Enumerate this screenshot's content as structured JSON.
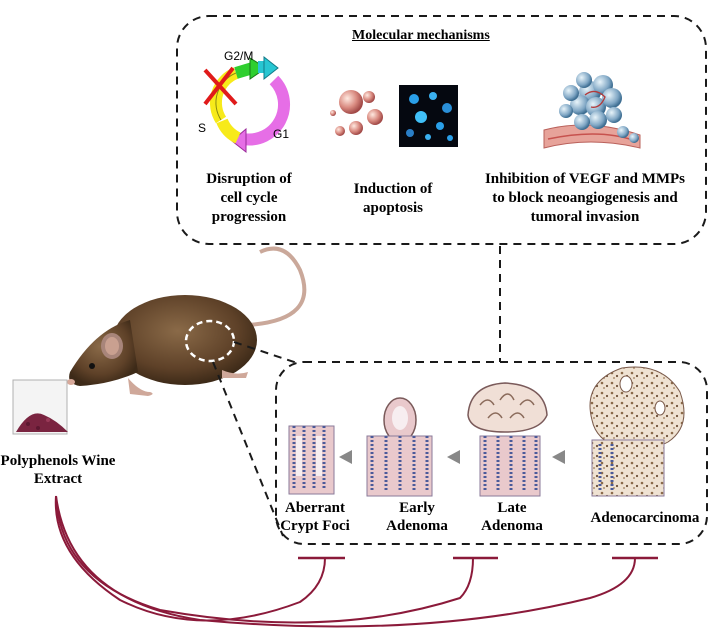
{
  "molecular": {
    "title": "Molecular mechanisms",
    "cell_cycle": {
      "phase_g2m": "G2/M",
      "phase_s": "S",
      "phase_g1": "G1",
      "caption_line1": "Disruption of",
      "caption_line2": "cell cycle",
      "caption_line3": "progression"
    },
    "apoptosis": {
      "caption_line1": "Induction of",
      "caption_line2": "apoptosis"
    },
    "angiogenesis": {
      "caption_line1": "Inhibition of VEGF and MMPs",
      "caption_line2": "to block neoangiogenesis and",
      "caption_line3": "tumoral invasion"
    }
  },
  "extract": {
    "label_line1": "Polyphenols Wine",
    "label_line2": "Extract"
  },
  "progression": {
    "stages": [
      {
        "line1": "Aberrant",
        "line2": "Crypt Foci"
      },
      {
        "line1": "Early",
        "line2": "Adenoma"
      },
      {
        "line1": "Late",
        "line2": "Adenoma"
      },
      {
        "line1": "Adenocarcinoma",
        "line2": ""
      }
    ]
  },
  "colors": {
    "inhibition_line": "#8b1a3a",
    "dashed_border": "#1a1a1a",
    "rat_fur": "#6b4a2e",
    "powder": "#7a2440",
    "tissue_pink": "#e9c9cc",
    "tissue_blue": "#4a5a9a"
  }
}
